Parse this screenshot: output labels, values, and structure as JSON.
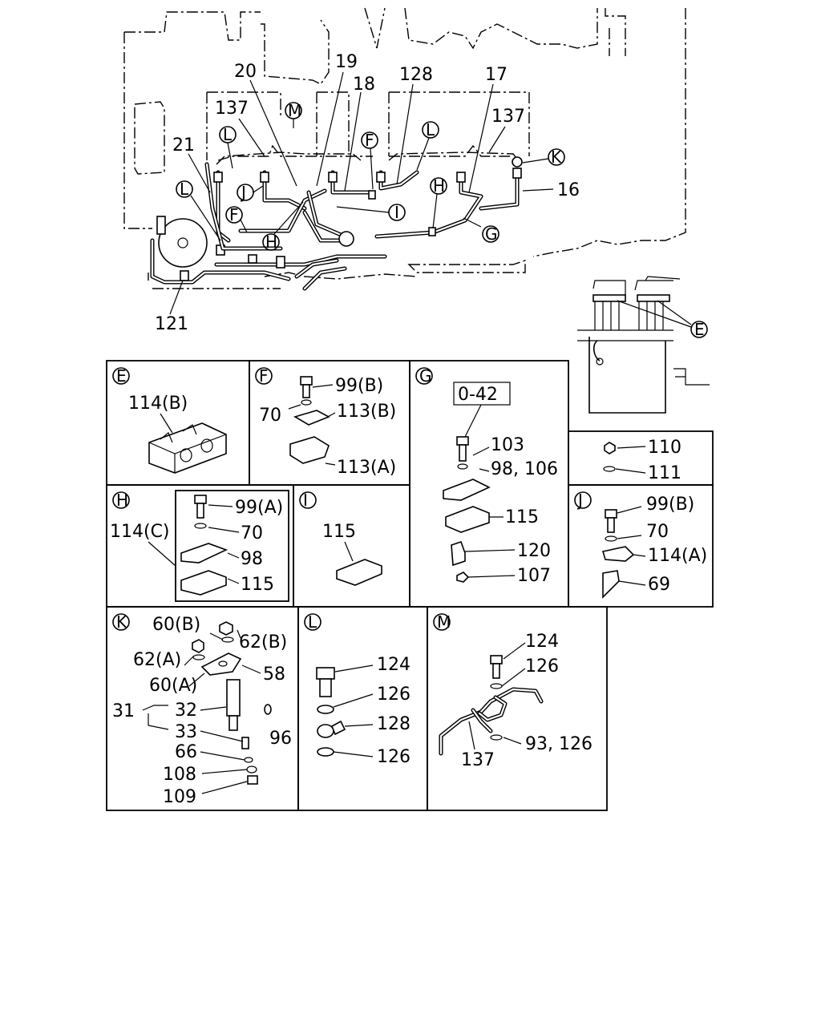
{
  "main_callouts": {
    "n20": "20",
    "n19": "19",
    "n18": "18",
    "n128": "128",
    "n17": "17",
    "n137a": "137",
    "n137b": "137",
    "n21": "21",
    "n16": "16",
    "n121": "121"
  },
  "detail_letters": {
    "E": "E",
    "F": "F",
    "G": "G",
    "H": "H",
    "I": "I",
    "J": "J",
    "K": "K",
    "L": "L",
    "M": "M"
  },
  "panels": {
    "E": {
      "letter": "E",
      "labels": [
        "114(B)"
      ]
    },
    "F": {
      "letter": "F",
      "labels": [
        "99(B)",
        "70",
        "113(B)",
        "113(A)"
      ]
    },
    "G": {
      "letter": "G",
      "ref_box": "0-42",
      "labels": [
        "103",
        "98, 106",
        "115",
        "120",
        "107"
      ]
    },
    "nut": {
      "labels": [
        "110",
        "111"
      ]
    },
    "H": {
      "letter": "H",
      "labels": [
        "99(A)",
        "114(C)",
        "70",
        "98",
        "115"
      ]
    },
    "I": {
      "letter": "I",
      "labels": [
        "115"
      ]
    },
    "J": {
      "letter": "J",
      "labels": [
        "99(B)",
        "70",
        "114(A)",
        "69"
      ]
    },
    "K": {
      "letter": "K",
      "labels": [
        "60(B)",
        "62(B)",
        "62(A)",
        "58",
        "60(A)",
        "31",
        "32",
        "33",
        "96",
        "66",
        "108",
        "109"
      ]
    },
    "L": {
      "letter": "L",
      "labels": [
        "124",
        "126",
        "128",
        "126"
      ]
    },
    "M": {
      "letter": "M",
      "labels": [
        "124",
        "126",
        "93, 126",
        "137"
      ]
    }
  }
}
